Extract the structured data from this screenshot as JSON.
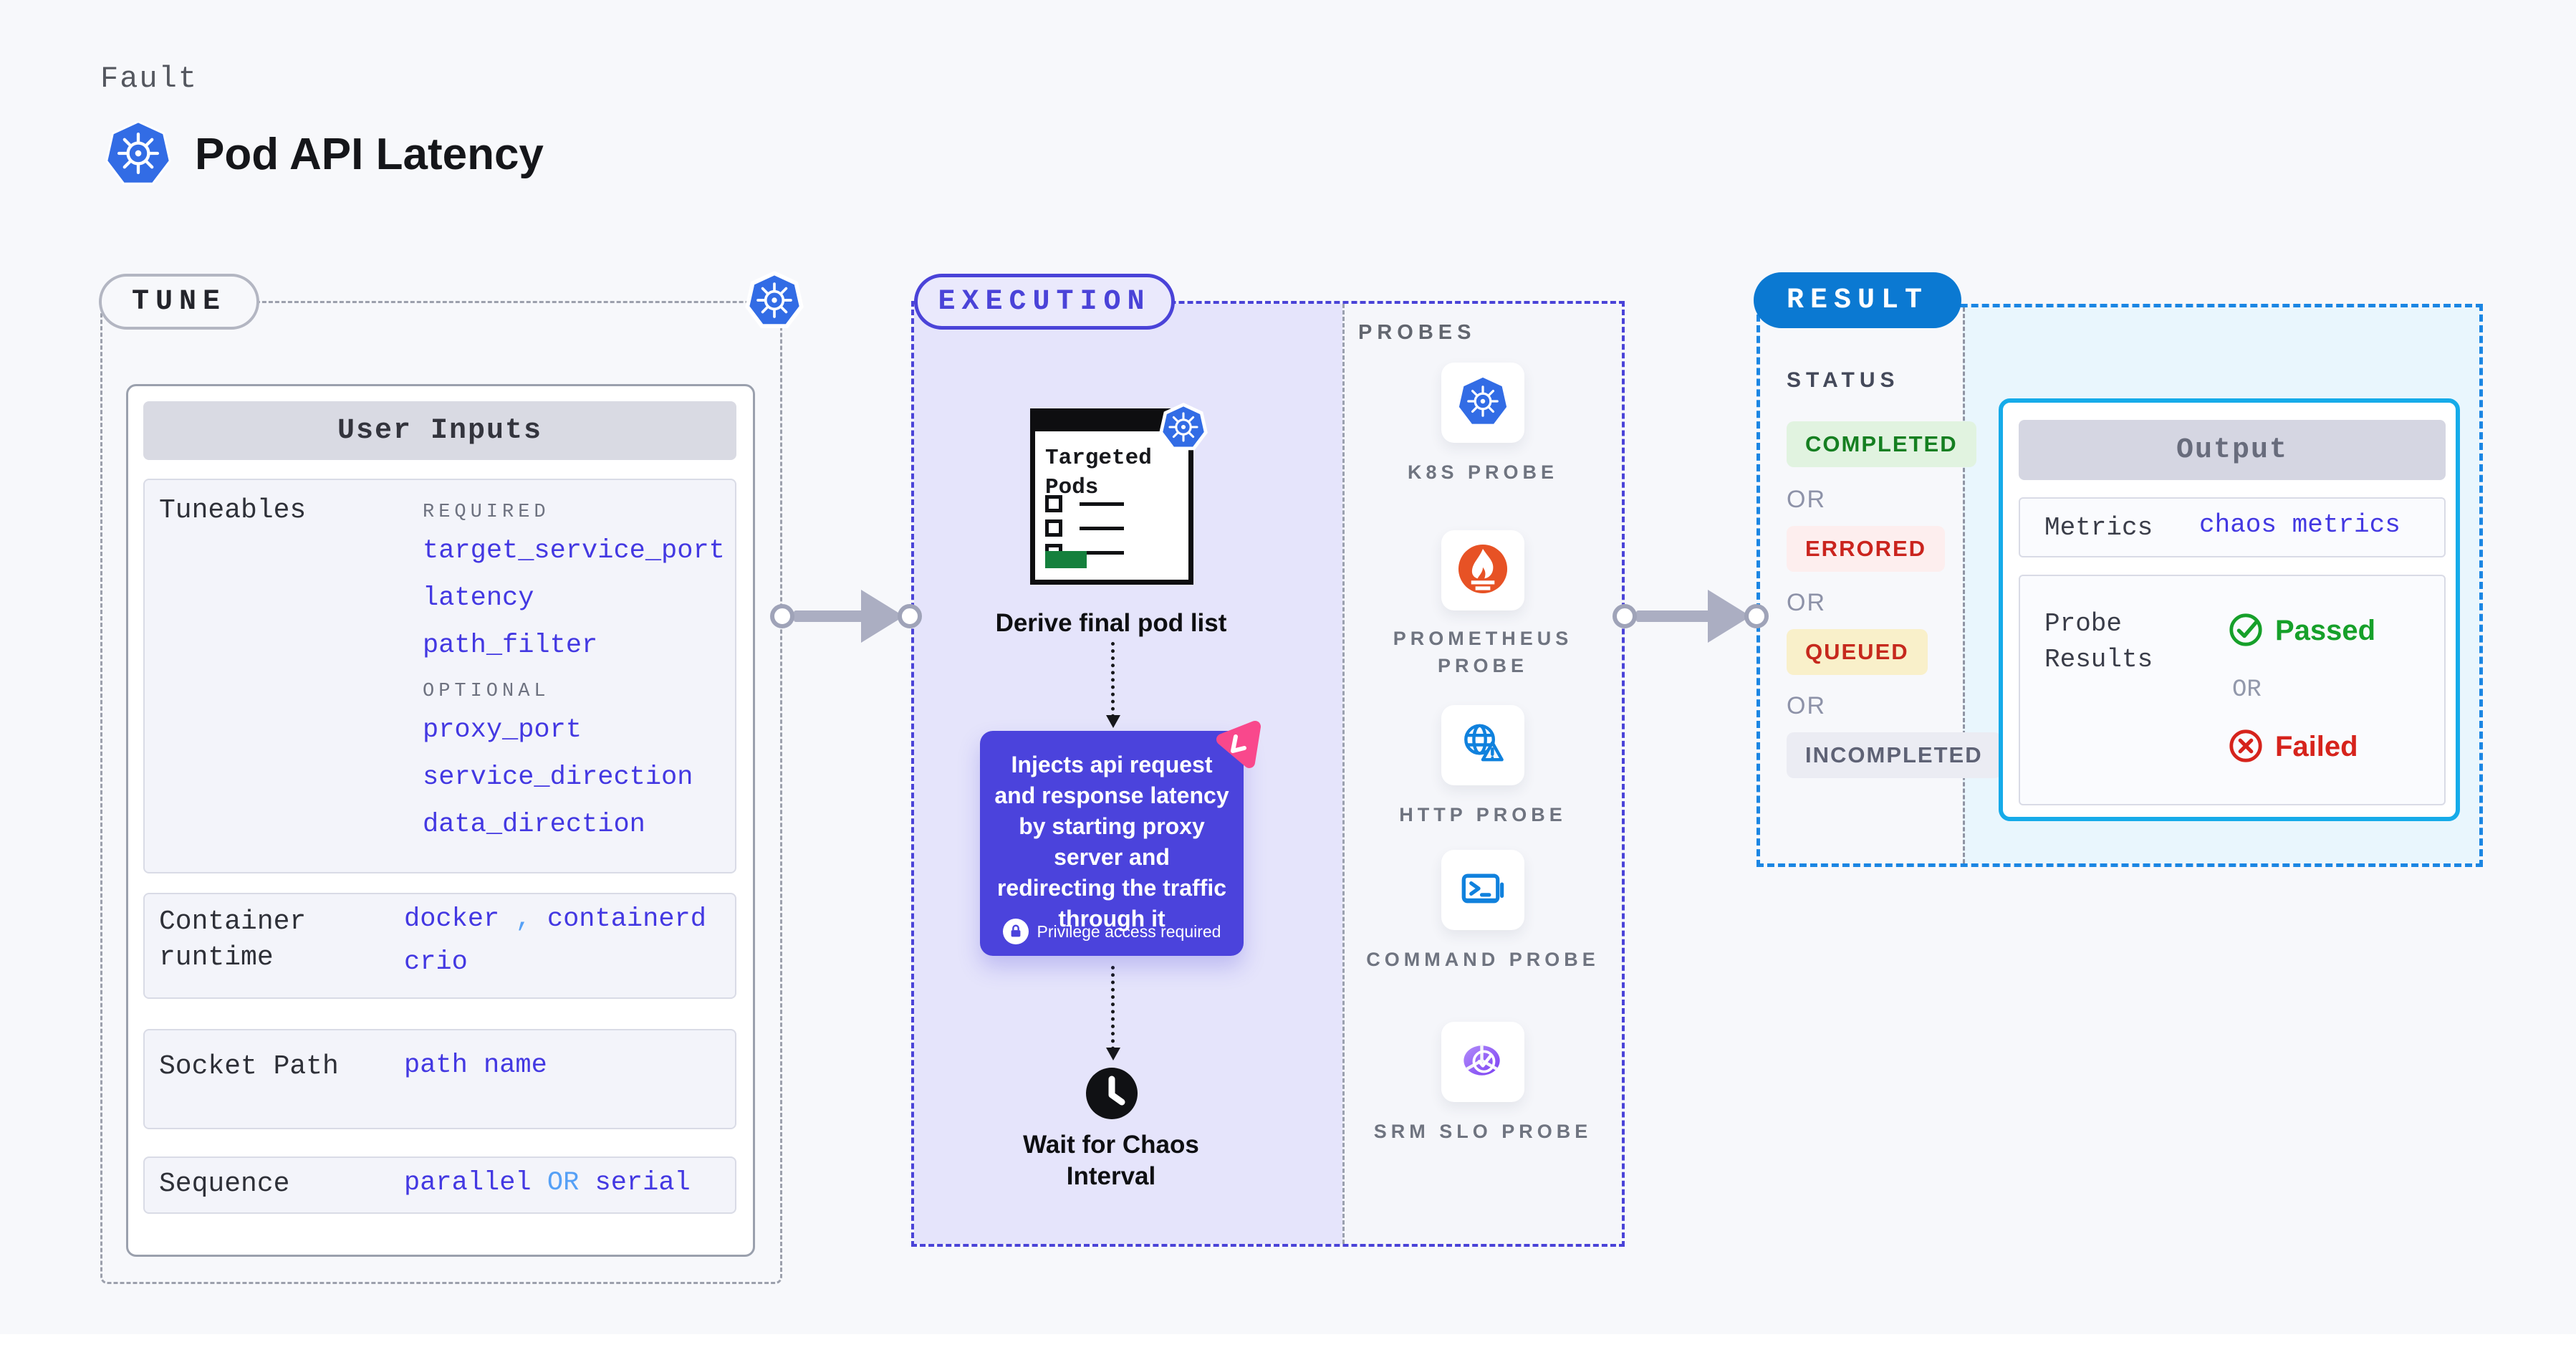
{
  "header": {
    "eyebrow": "Fault",
    "title": "Pod API Latency",
    "logo": "kubernetes-icon"
  },
  "tune": {
    "label": "TUNE",
    "corner_icon": "kubernetes-icon",
    "user_inputs": {
      "title": "User Inputs",
      "tuneables": {
        "label": "Tuneables",
        "required_label": "REQUIRED",
        "required": [
          "target_service_port",
          "latency",
          "path_filter"
        ],
        "optional_label": "OPTIONAL",
        "optional": [
          "proxy_port",
          "service_direction",
          "data_direction"
        ]
      },
      "container_runtime": {
        "label_line1": "Container",
        "label_line2": "runtime",
        "value_a": "docker",
        "separator": ",",
        "value_b": "containerd",
        "value_c": "crio"
      },
      "socket_path": {
        "label": "Socket Path",
        "value": "path name"
      },
      "sequence": {
        "label": "Sequence",
        "value_a": "parallel",
        "or": "OR",
        "value_b": "serial"
      }
    }
  },
  "execution": {
    "label": "EXECUTION",
    "targeted_pods": {
      "title_line1": "Targeted",
      "title_line2": "Pods",
      "badge": "kubernetes-icon"
    },
    "derive_caption": "Derive final pod list",
    "inject": {
      "text": "Injects api request and response latency by starting proxy server and redirecting the traffic through it",
      "privilege": "Privilege access required",
      "corner_icon": "chaos-icon",
      "lock_icon": "lock-icon"
    },
    "wait_caption_line1": "Wait for Chaos",
    "wait_caption_line2": "Interval",
    "clock_icon": "clock-icon"
  },
  "probes": {
    "title": "PROBES",
    "items": [
      {
        "label": "K8S PROBE",
        "icon": "kubernetes-icon"
      },
      {
        "label": "PROMETHEUS PROBE",
        "icon": "prometheus-icon"
      },
      {
        "label": "HTTP PROBE",
        "icon": "http-globe-warning-icon"
      },
      {
        "label": "COMMAND PROBE",
        "icon": "terminal-icon"
      },
      {
        "label": "SRM SLO PROBE",
        "icon": "slo-pie-check-icon"
      }
    ]
  },
  "result": {
    "label": "RESULT",
    "status": {
      "title": "STATUS",
      "completed": "COMPLETED",
      "or1": "OR",
      "errored": "ERRORED",
      "or2": "OR",
      "queued": "QUEUED",
      "or3": "OR",
      "incompleted": "INCOMPLETED"
    },
    "output": {
      "title": "Output",
      "metrics_label": "Metrics",
      "metrics_value": "chaos metrics",
      "probe_label_line1": "Probe",
      "probe_label_line2": "Results",
      "passed": "Passed",
      "or": "OR",
      "failed": "Failed",
      "passed_icon": "check-circle-icon",
      "failed_icon": "x-circle-icon"
    }
  },
  "colors": {
    "page_bg": "#f7f8fb",
    "indigo_accent": "#4a43d8",
    "value_blue": "#4338e2",
    "light_blue": "#55a0f6",
    "result_blue": "#0b79d2",
    "output_cyan": "#16abe9",
    "inject_purple": "#4b43dc",
    "chaos_pink": "#f9488c",
    "kubernetes_blue": "#326ce5",
    "prometheus_orange": "#e75225",
    "completed_green": "#157f21",
    "errored_red": "#ca241e",
    "queued_yellow_bg": "#f9f0ca",
    "passed_green": "#16a02a",
    "failed_red": "#d6231c",
    "targeted_green": "#15803d"
  }
}
